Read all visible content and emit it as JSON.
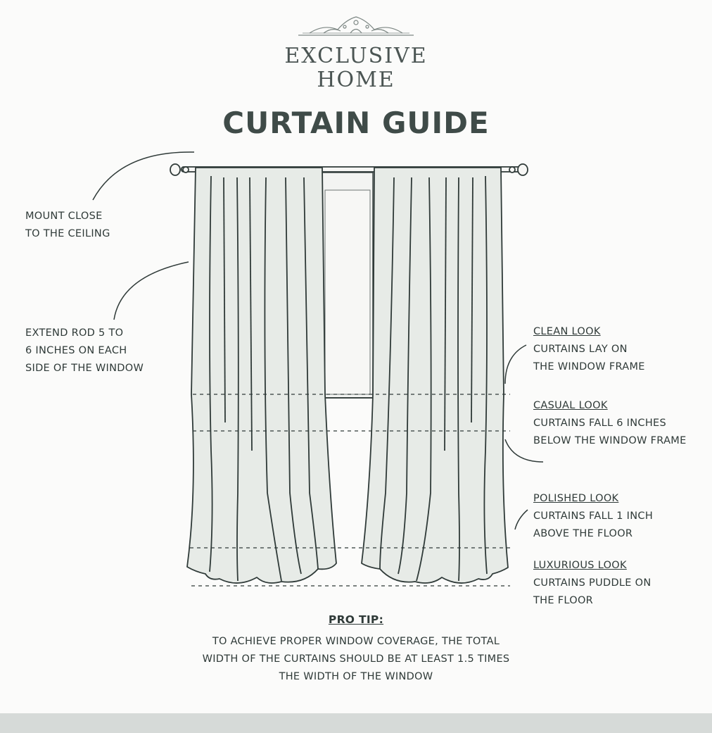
{
  "brand": {
    "line1": "EXCLUSIVE",
    "line2": "HOME",
    "ornament": "crown-ornament-icon"
  },
  "title": "CURTAIN GUIDE",
  "callouts": {
    "mount": [
      "MOUNT CLOSE",
      "TO THE CEILING"
    ],
    "extend": [
      "EXTEND ROD 5 TO",
      "6 INCHES ON EACH",
      "SIDE OF THE WINDOW"
    ],
    "clean": {
      "heading": "CLEAN LOOK",
      "lines": [
        "CURTAINS LAY ON",
        "THE WINDOW FRAME"
      ]
    },
    "casual": {
      "heading": "CASUAL LOOK",
      "lines": [
        "CURTAINS FALL 6 INCHES",
        "BELOW THE WINDOW FRAME"
      ]
    },
    "polished": {
      "heading": "POLISHED LOOK",
      "lines": [
        "CURTAINS FALL 1 INCH",
        "ABOVE THE FLOOR"
      ]
    },
    "luxurious": {
      "heading": "LUXURIOUS LOOK",
      "lines": [
        "CURTAINS PUDDLE ON",
        "THE FLOOR"
      ]
    }
  },
  "protip": {
    "heading": "PRO TIP:",
    "lines": [
      "TO ACHIEVE PROPER WINDOW COVERAGE, THE TOTAL",
      "WIDTH OF THE CURTAINS SHOULD BE AT LEAST 1.5 TIMES",
      "THE WIDTH OF THE WINDOW"
    ]
  },
  "colors": {
    "curtain_fill": "#e7ebe7",
    "outline": "#2f3a38",
    "window": "#f2f3f1",
    "footer": "#d6dad8"
  }
}
